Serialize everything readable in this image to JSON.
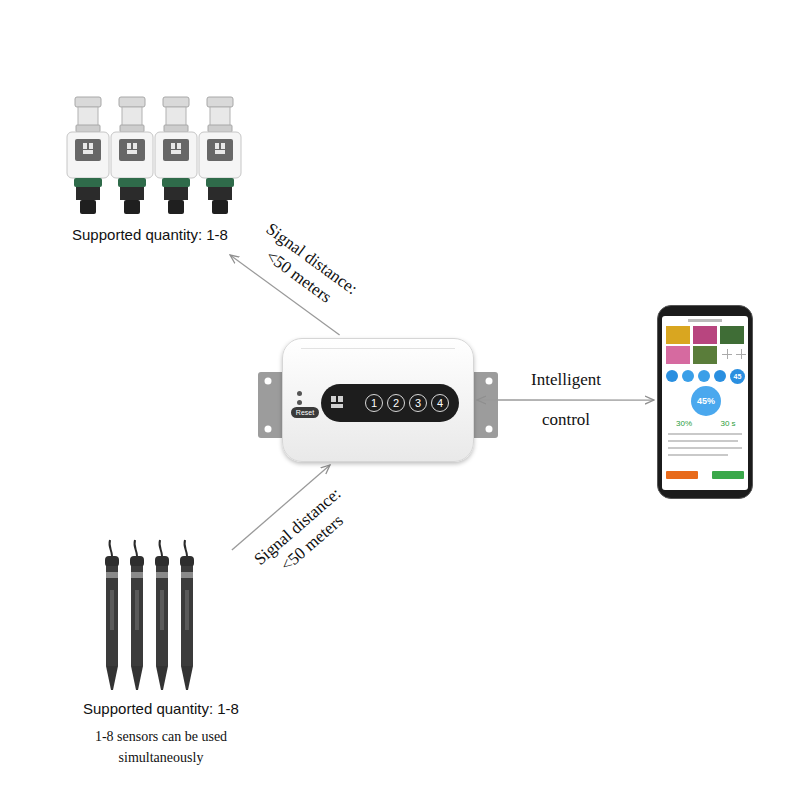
{
  "diagram": {
    "nodes": [
      {
        "text": [
          "Supported quantity: 1-8"
        ]
      },
      {
        "text": [
          "Reset",
          "1",
          "2",
          "3",
          "4"
        ]
      },
      {
        "text": [
          "45",
          "45%",
          "30%",
          "30 s"
        ]
      },
      {
        "text": [
          "Supported quantity: 1-8",
          "1-8 sensors can be used simultaneously"
        ]
      }
    ],
    "edges": [
      {
        "from": 1,
        "to": 0,
        "arrow": "to",
        "label": "Signal distance: <50 meters"
      },
      {
        "from": 3,
        "to": 1,
        "arrow": "to",
        "label": "Signal distance: <50 meters"
      },
      {
        "from": 1,
        "to": 2,
        "arrow": "both",
        "label": "Intelligent control"
      }
    ]
  }
}
